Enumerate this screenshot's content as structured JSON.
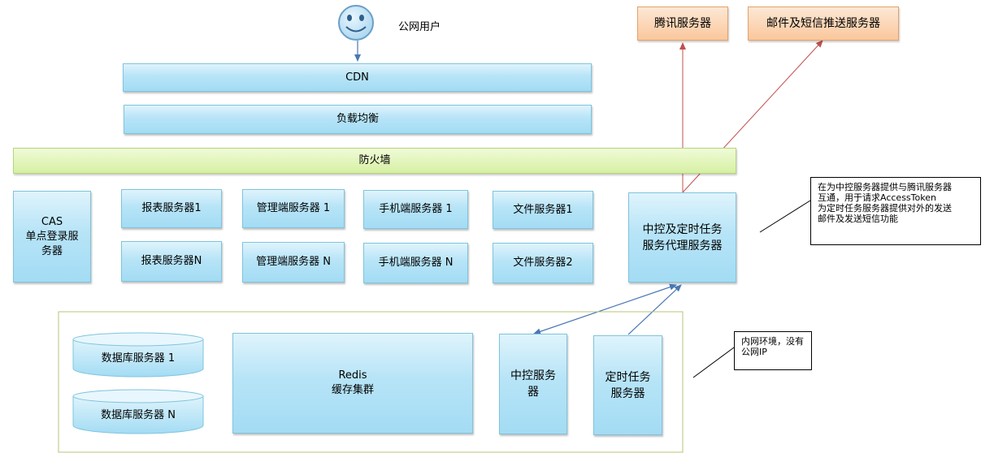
{
  "user": {
    "label": "公网用户"
  },
  "top_servers": {
    "tencent": "腾讯服务器",
    "mail_sms": "邮件及短信推送服务器"
  },
  "layers": {
    "cdn": "CDN",
    "load_balancer": "负载均衡",
    "firewall": "防火墙"
  },
  "cas": {
    "label": "CAS\n单点登录服\n务器"
  },
  "servers": {
    "report_1": "报表服务器1",
    "report_n": "报表服务器N",
    "admin_1": "管理端服务器 1",
    "admin_n": "管理端服务器 N",
    "mobile_1": "手机端服务器 1",
    "mobile_n": "手机端服务器 N",
    "file_1": "文件服务器1",
    "file_2": "文件服务器2"
  },
  "proxy": {
    "label": "中控及定时任务\n服务代理服务器"
  },
  "notes": {
    "proxy_note": "在为中控服务器提供与腾讯服务器\n互通，用于请求AccessToken\n为定时任务服务器提供对外的发送\n邮件及发送短信功能",
    "intranet_note": "内网环境，没有\n公网IP"
  },
  "intranet": {
    "db_1": "数据库服务器 1",
    "db_n": "数据库服务器 N",
    "redis": "Redis\n缓存集群",
    "control": "中控服务\n器",
    "scheduler": "定时任务\n服务器"
  },
  "colors": {
    "blue_box": "#a3dcf4",
    "green_bar": "#d6f0a3",
    "orange_box": "#fac79c",
    "intranet_border": "#b5c47a",
    "arrow_blue": "#4a78b5",
    "arrow_red": "#c0504d"
  }
}
